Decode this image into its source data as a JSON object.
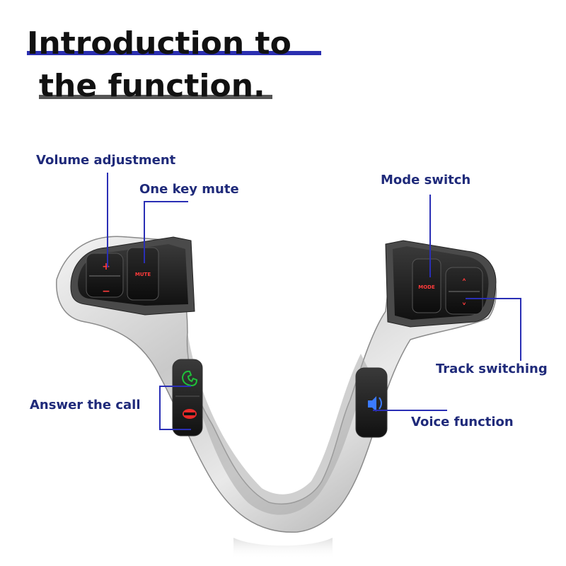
{
  "title": {
    "line1": "Introduction to",
    "line2": "the function."
  },
  "labels": {
    "volume": "Volume adjustment",
    "mute": "One key mute",
    "mode": "Mode switch",
    "track": "Track switching",
    "answer": "Answer the call",
    "voice": "Voice function"
  },
  "keys": {
    "mute": "MUTE",
    "mode": "MODE",
    "plus": "+",
    "minus": "−",
    "up": "˄",
    "down": "˅"
  },
  "colors": {
    "title_underline_1": "#2b2fb0",
    "title_underline_2": "#555555",
    "label_text": "#1f2a7a",
    "callout_line": "#2a2fb5",
    "key_backlight": "#ff3b3b",
    "call_answer_icon": "#1fbf3a",
    "call_end_icon": "#ff2b2b",
    "voice_icon": "#3b7bff"
  },
  "icons": {
    "phone_answer": "phone-answer-icon",
    "phone_hangup": "phone-hangup-icon",
    "voice": "voice-command-icon"
  }
}
